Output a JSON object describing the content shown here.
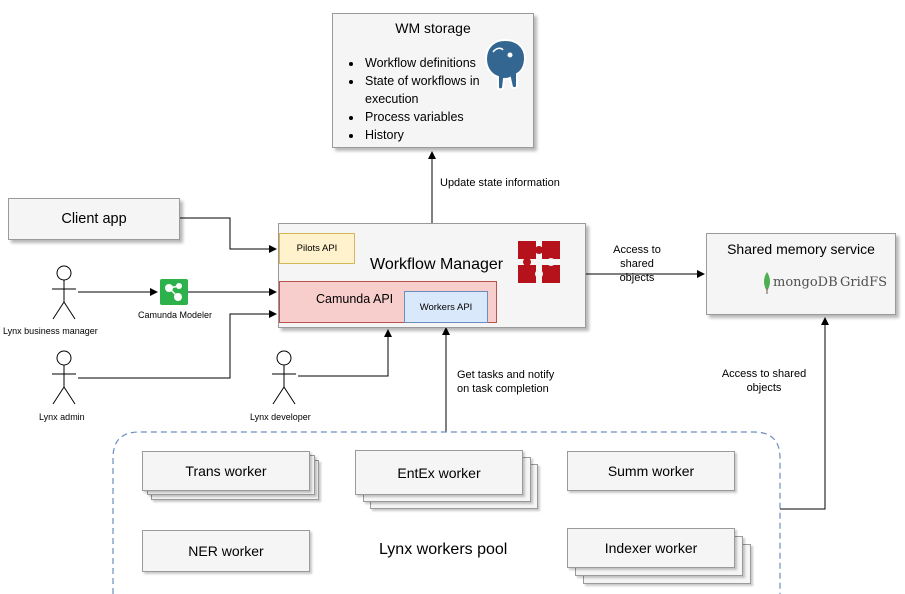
{
  "wm_storage": {
    "title": "WM storage",
    "items": [
      "Workflow definitions",
      "State of workflows in",
      "execution",
      "Process variables",
      "History"
    ]
  },
  "edges": {
    "update_state": "Update state information",
    "access_shared_1": [
      "Access to shared",
      "objects"
    ],
    "access_shared_2": [
      "Access to shared",
      "objects"
    ],
    "get_tasks": [
      "Get tasks and notify",
      "on task completion"
    ]
  },
  "client_app": "Client app",
  "workflow_manager": {
    "title": "Workflow Manager",
    "pilots_api": "Pilots API",
    "camunda_api": "Camunda API",
    "workers_api": "Workers API"
  },
  "shared_memory": {
    "title": "Shared memory service",
    "logo_mongo": "mongoDB",
    "logo_gridfs": "GridFS"
  },
  "actors": {
    "business_manager": "Lynx business manager",
    "admin": "Lynx admin",
    "developer": "Lynx developer"
  },
  "camunda_modeler": "Camunda Modeler",
  "workers": {
    "pool_label": "Lynx workers pool",
    "trans": "Trans worker",
    "entex": "EntEx worker",
    "summ": "Summ worker",
    "ner": "NER worker",
    "indexer": "Indexer worker"
  },
  "colors": {
    "pilots_fill": "#fff2cc",
    "pilots_border": "#d6b656",
    "camunda_fill": "#f8cecc",
    "camunda_border": "#b85450",
    "workers_api_fill": "#dae8fc",
    "workers_api_border": "#6c8ebf",
    "pool_border": "#6c8ebf",
    "camunda_logo": "#2db24b",
    "wm_logo": "#b5121b",
    "postgres_blue": "#336791",
    "mongo_green": "#4caf50"
  }
}
